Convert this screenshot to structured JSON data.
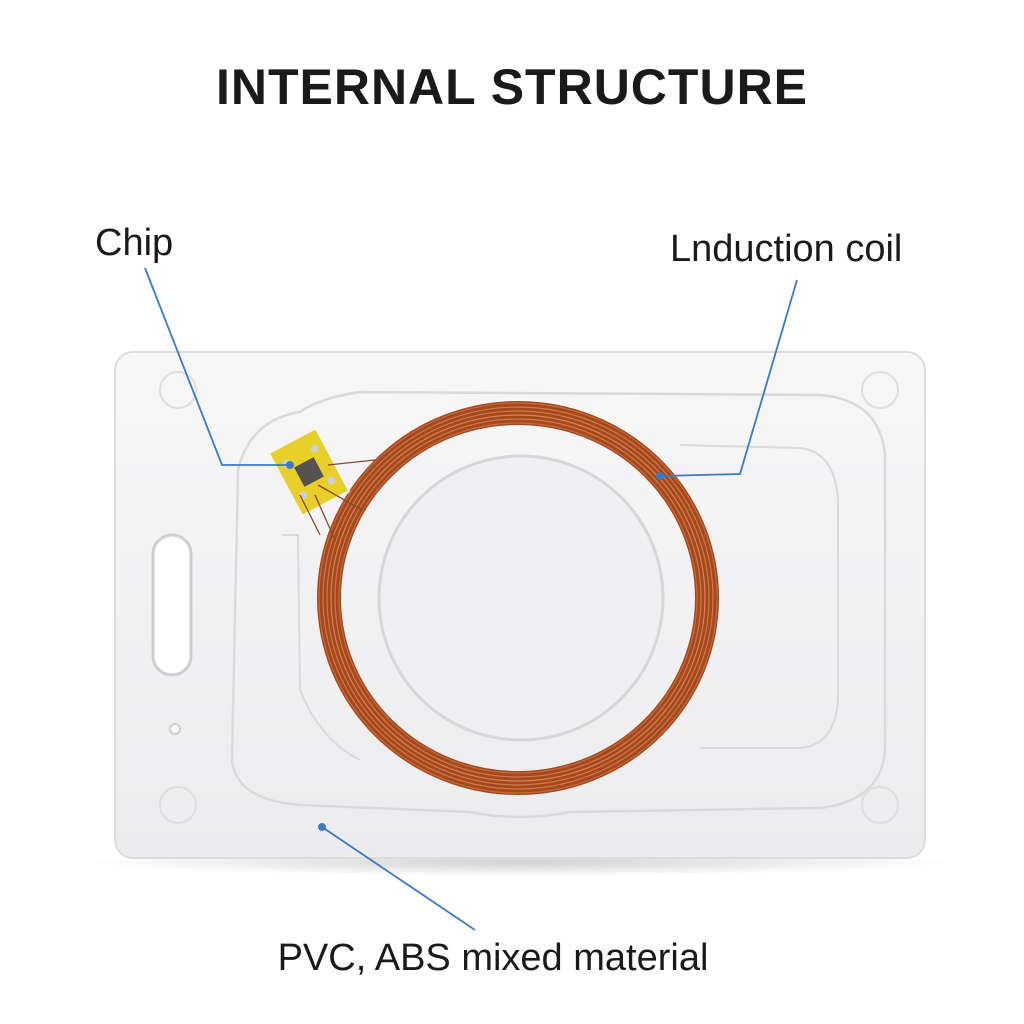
{
  "title": "INTERNAL STRUCTURE",
  "labels": {
    "chip": "Chip",
    "coil": "Lnduction coil",
    "material": "PVC, ABS mixed material"
  },
  "colors": {
    "leader": "#3b7bc4",
    "copper": "#b5562a",
    "chip_substrate": "#e8cf2a",
    "card": "#f2f2f3"
  }
}
